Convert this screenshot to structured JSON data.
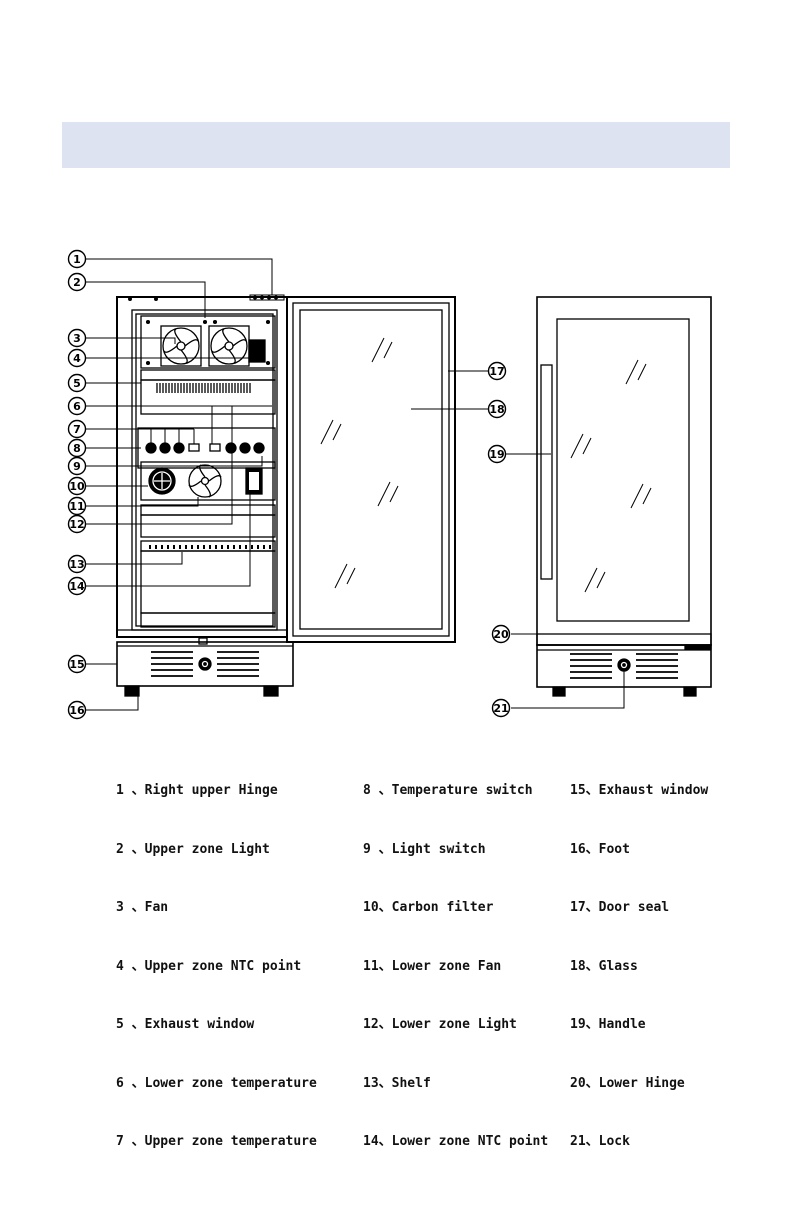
{
  "callouts": [
    "1",
    "2",
    "3",
    "4",
    "5",
    "6",
    "7",
    "8",
    "9",
    "10",
    "11",
    "12",
    "13",
    "14",
    "15",
    "16",
    "17",
    "18",
    "19",
    "20",
    "21"
  ],
  "legend": {
    "col1": [
      "1 、Right upper Hinge",
      "2 、Upper zone Light",
      "3 、Fan",
      "4 、Upper zone NTC point",
      "5 、Exhaust window",
      "6 、Lower zone temperature",
      "7 、Upper zone temperature"
    ],
    "col2": [
      "8 、Temperature switch",
      "9 、Light switch",
      "10、Carbon filter",
      "11、Lower zone Fan",
      "12、Lower zone Light",
      "13、Shelf",
      "14、Lower zone NTC point"
    ],
    "col3": [
      "15、Exhaust window",
      "16、Foot",
      "17、Door seal",
      "18、Glass",
      "19、Handle",
      "20、Lower Hinge",
      "21、Lock"
    ]
  }
}
